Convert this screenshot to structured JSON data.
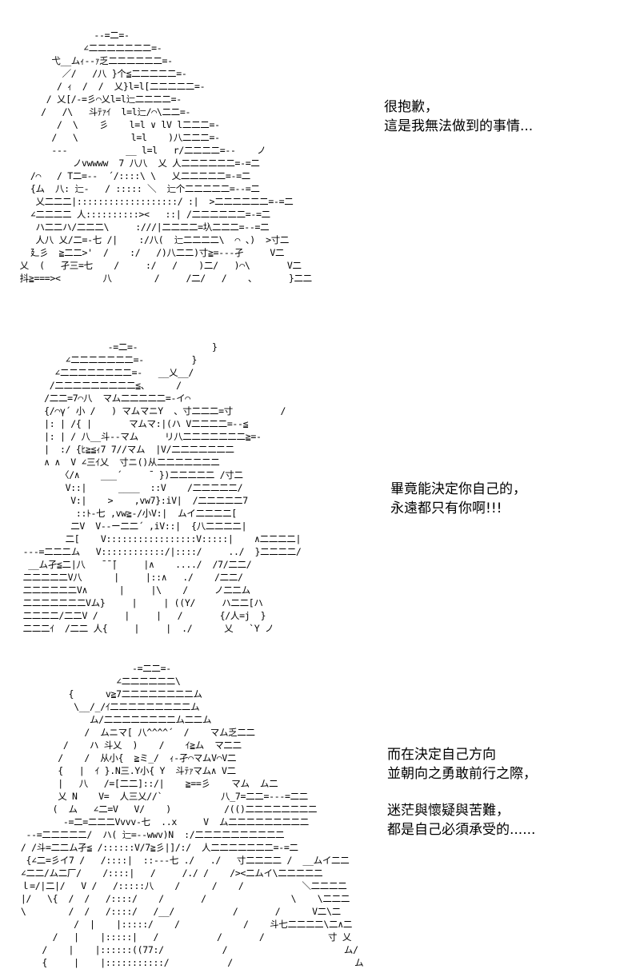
{
  "panels": [
    {
      "dialogue": [
        "很抱歉，",
        "這是我無法做到的事情..."
      ]
    },
    {
      "dialogue": [
        "畢竟能決定你自己的，",
        "永遠都只有你啊!!!"
      ]
    },
    {
      "dialogue_a": [
        "而在決定自己方向",
        "並朝向之勇敢前行之際，"
      ],
      "dialogue_b": [
        "迷茫與懷疑與苦難，",
        "都是自己必須承受的......"
      ]
    }
  ]
}
